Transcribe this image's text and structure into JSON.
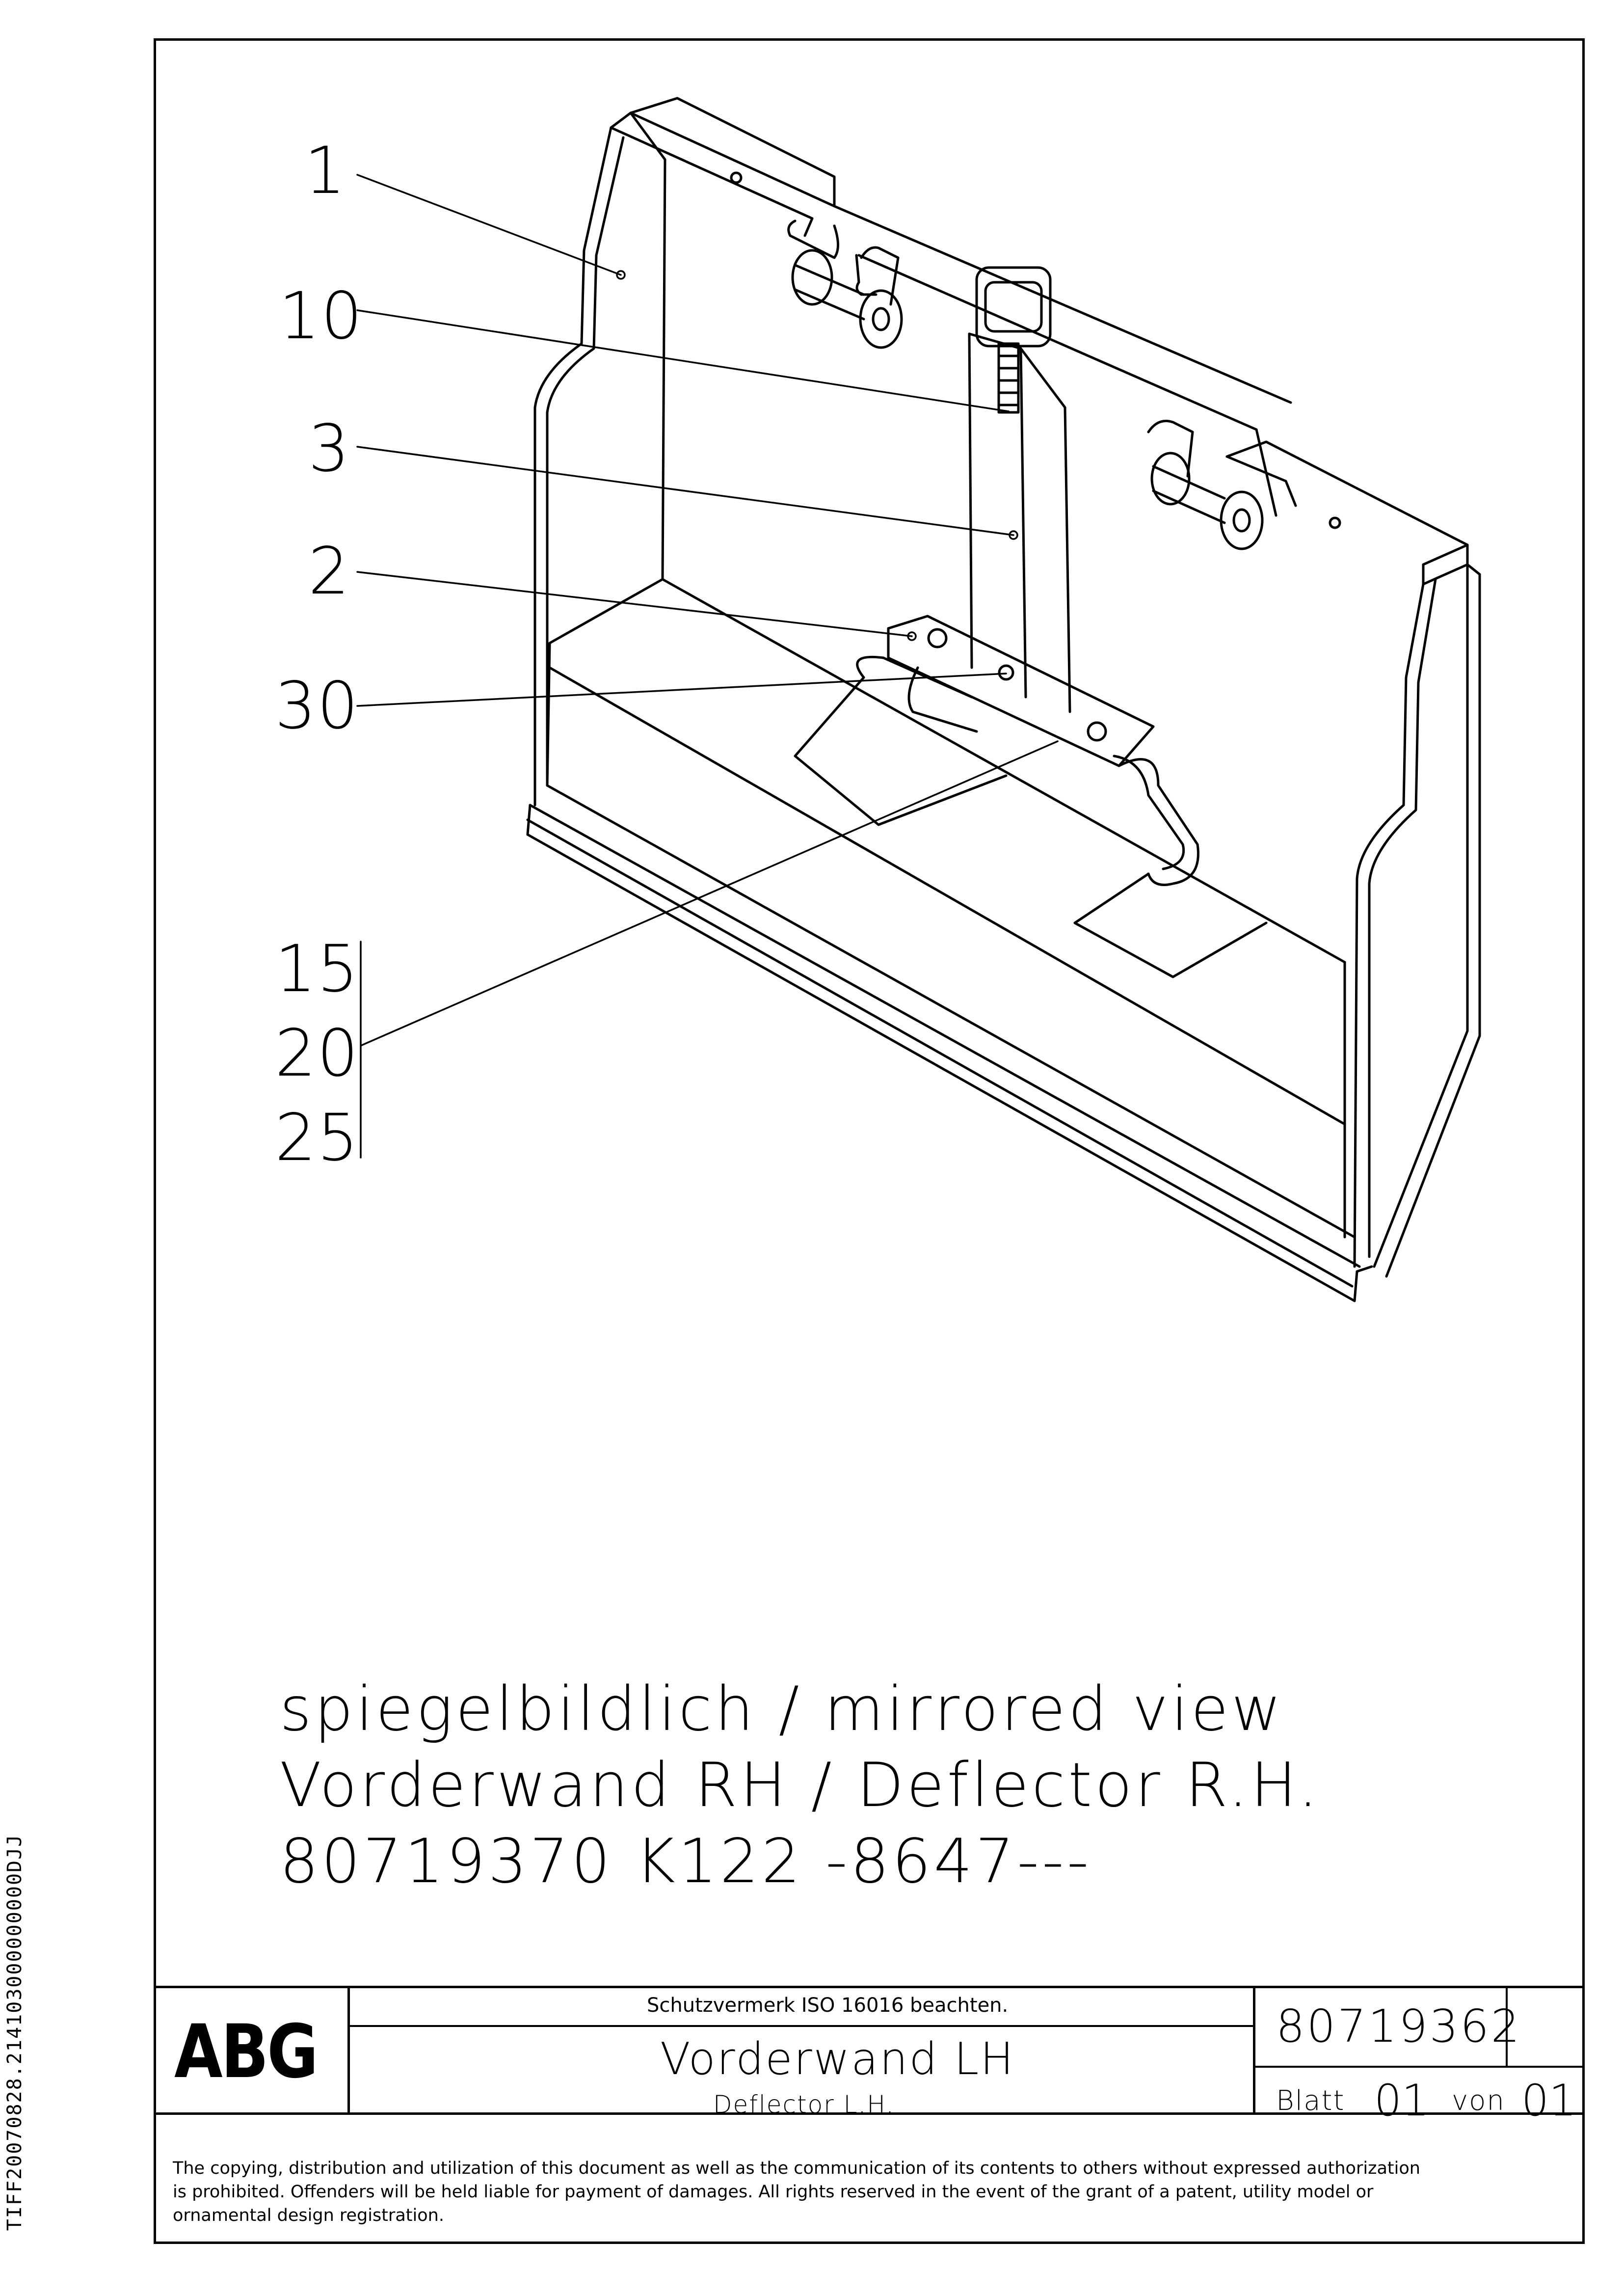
{
  "drawing": {
    "callouts": [
      "1",
      "10",
      "3",
      "2",
      "30",
      "15",
      "20",
      "25"
    ],
    "note_lines": [
      "spiegelbildlich / mirrored view",
      "Vorderwand RH / Deflector R.H.",
      "80719370 K122 -8647---"
    ]
  },
  "title_block": {
    "logo": "ABG",
    "protection_note": "Schutzvermerk ISO 16016 beachten.",
    "title": "Vorderwand LH",
    "subtitle": "Deflector L.H.",
    "drawing_number": "80719362",
    "sheet_label": "Blatt",
    "sheet_value": "01",
    "of_label": "von",
    "of_value": "01"
  },
  "copyright": [
    "The copying, distribution and utilization of this document as well as the communication of its contents to others without expressed authorization",
    "is prohibited. Offenders will be held liable for payment of damages. All rights reserved in the event of the grant of a patent, utility model or",
    "ornamental design registration."
  ],
  "side_code": "TIFF20070828.214103000000000DJJ"
}
